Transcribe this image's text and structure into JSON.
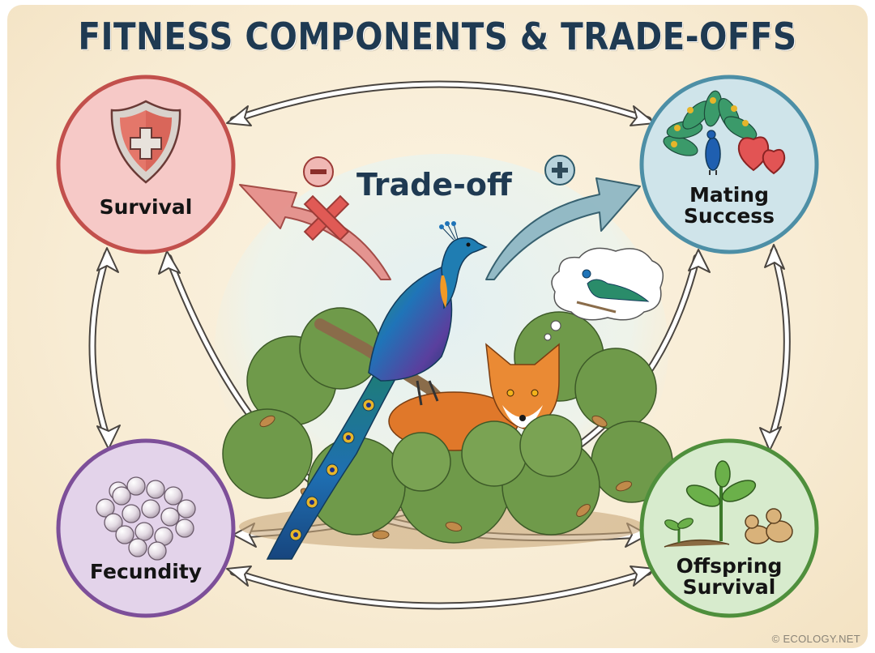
{
  "title": "FITNESS COMPONENTS & TRADE-OFFS",
  "center": {
    "label": "Trade-off",
    "negative_sign": "−",
    "positive_sign": "+",
    "negative_arrow_color": "#e48a86",
    "positive_arrow_color": "#8fb8c4",
    "scene": "peacock-on-branch-with-fox-in-bushes",
    "thought_bubble": "fox-imagining-peacock"
  },
  "nodes": [
    {
      "id": "survival",
      "label": "Survival",
      "icon": "shield-cross-icon",
      "fill": "#f6c9c7",
      "stroke": "#c2504c"
    },
    {
      "id": "mating",
      "label_line1": "Mating",
      "label_line2": "Success",
      "icon": "peacock-hearts-icon",
      "fill": "#cfe4ea",
      "stroke": "#4d8fa6"
    },
    {
      "id": "fecundity",
      "label": "Fecundity",
      "icon": "egg-cluster-icon",
      "fill": "#e3d3ea",
      "stroke": "#7d4f99"
    },
    {
      "id": "offspring",
      "label_line1": "Offspring",
      "label_line2": "Survival",
      "icon": "seedling-chicks-icon",
      "fill": "#d7ebcd",
      "stroke": "#4f8f3c"
    }
  ],
  "connections": [
    {
      "from": "Survival",
      "to": "Mating Success",
      "type": "bidirectional"
    },
    {
      "from": "Survival",
      "to": "Fecundity",
      "type": "bidirectional"
    },
    {
      "from": "Mating Success",
      "to": "Offspring Survival",
      "type": "bidirectional"
    },
    {
      "from": "Fecundity",
      "to": "Offspring Survival",
      "type": "bidirectional"
    },
    {
      "from": "Survival",
      "to": "Offspring Survival",
      "type": "bidirectional"
    },
    {
      "from": "Fecundity",
      "to": "Mating Success",
      "type": "bidirectional"
    }
  ],
  "credit": "© ECOLOGY.NET"
}
